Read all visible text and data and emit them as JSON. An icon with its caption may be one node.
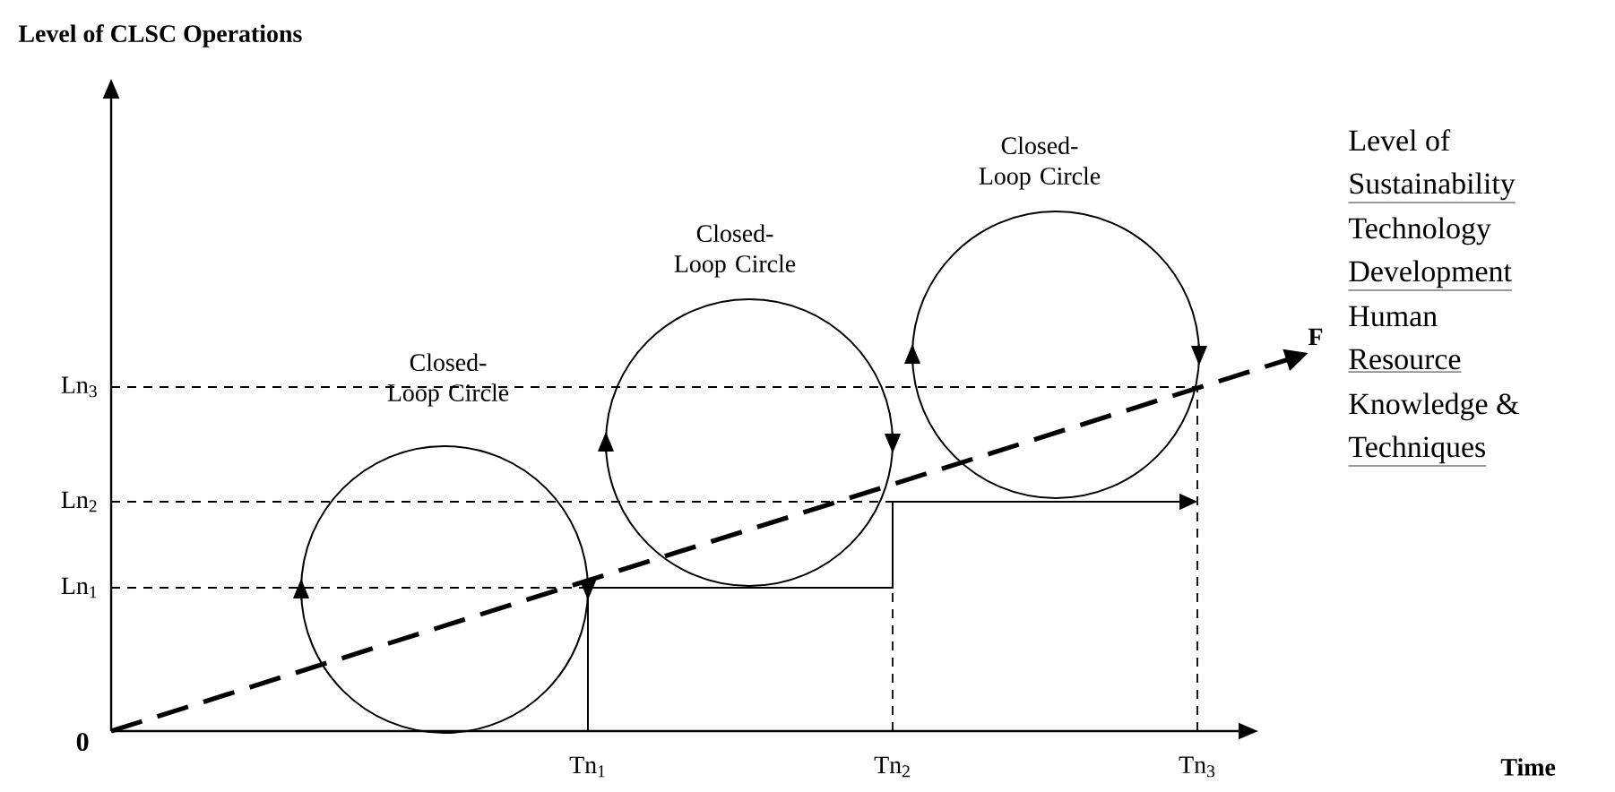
{
  "diagram": {
    "nodes": [
      {
        "text": [
          "Closed-Loop Circle"
        ]
      },
      {
        "text": [
          "Closed-Loop Circle"
        ]
      },
      {
        "text": [
          "Closed-Loop Circle"
        ]
      }
    ],
    "labels": [
      "Level of CLSC Operations",
      "Ln$_{3}$",
      "Ln$_{2}$",
      "Ln$_{1}$",
      "0",
      "Tn$_{1}$",
      "Tn$_{2}$",
      "Tn$_{3}$",
      "Time",
      "F",
      "Level of",
      "Sustainability",
      "Technology",
      "Development",
      "Human",
      "Resource",
      "Knowledge &",
      "Techniques"
    ]
  }
}
